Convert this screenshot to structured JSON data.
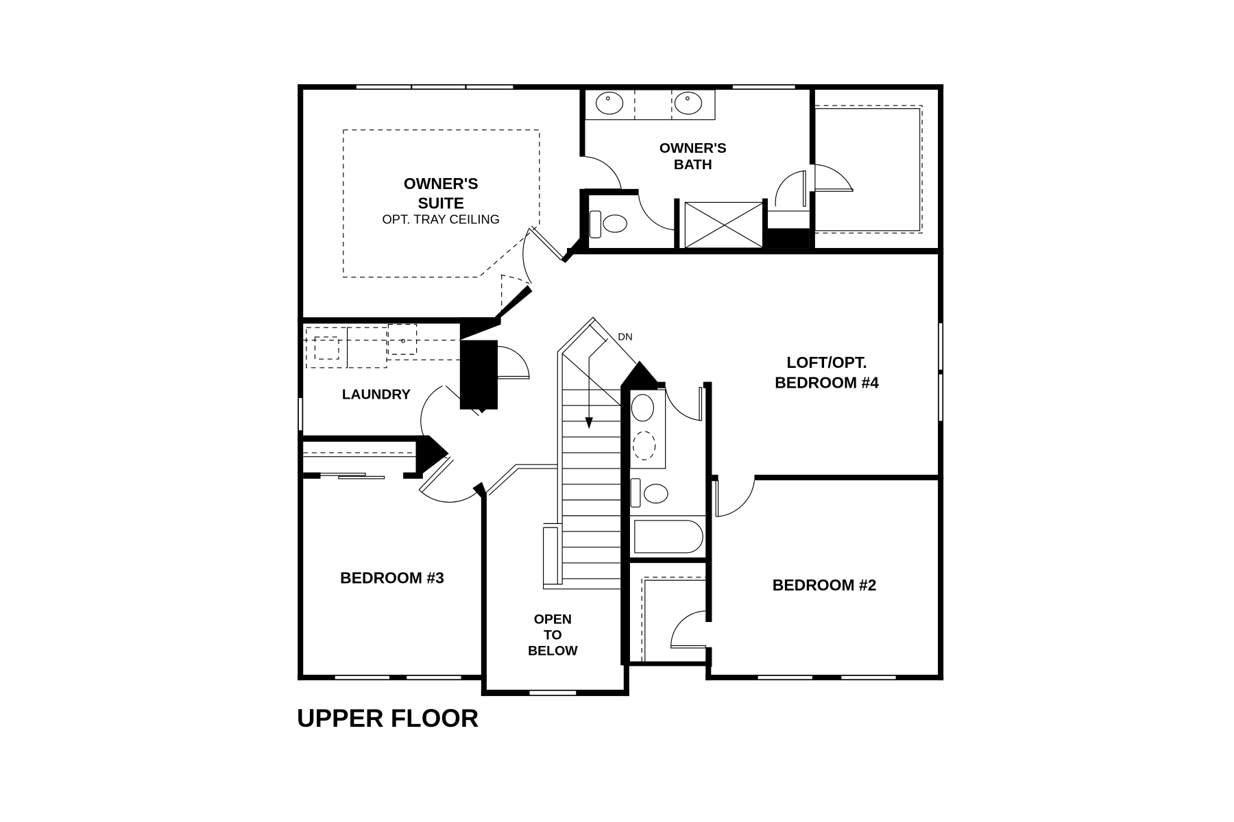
{
  "title": "UPPER FLOOR",
  "rooms": {
    "owners_suite": {
      "line1": "OWNER'S",
      "line2": "SUITE",
      "note": "OPT. TRAY CEILING"
    },
    "owners_bath": {
      "line1": "OWNER'S",
      "line2": "BATH"
    },
    "loft": {
      "line1": "LOFT/OPT.",
      "line2": "BEDROOM #4"
    },
    "laundry": {
      "label": "LAUNDRY"
    },
    "bedroom3": {
      "label": "BEDROOM #3"
    },
    "bedroom2": {
      "label": "BEDROOM #2"
    },
    "open_below": {
      "line1": "OPEN",
      "line2": "TO",
      "line3": "BELOW"
    }
  },
  "stairs": {
    "direction_label": "DN"
  },
  "colors": {
    "wall": "#000000",
    "background": "#ffffff"
  }
}
